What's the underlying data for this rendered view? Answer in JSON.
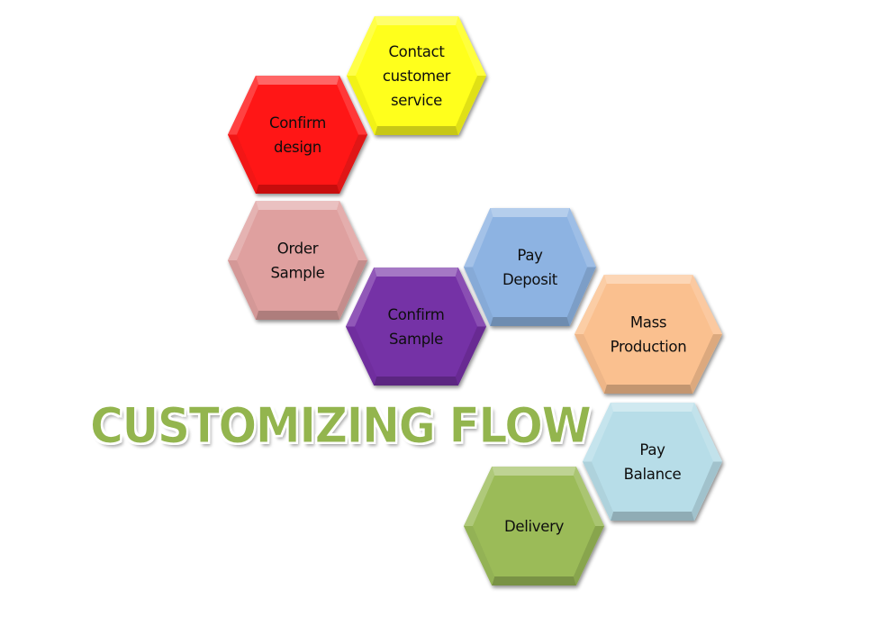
{
  "title": "CUSTOMIZING FLOW",
  "title_color": "#93b54e",
  "steps": [
    {
      "id": "contact",
      "lines": [
        "Contact",
        "customer",
        "service"
      ],
      "color": "#ffff1a"
    },
    {
      "id": "confirm-design",
      "lines": [
        "Confirm",
        "design"
      ],
      "color": "#ff1414"
    },
    {
      "id": "order-sample",
      "lines": [
        "Order",
        "Sample"
      ],
      "color": "#dfa09f"
    },
    {
      "id": "confirm-sample",
      "lines": [
        "Confirm",
        "Sample"
      ],
      "color": "#7530a6"
    },
    {
      "id": "pay-deposit",
      "lines": [
        "Pay",
        "Deposit"
      ],
      "color": "#8db3e2"
    },
    {
      "id": "mass-production",
      "lines": [
        "Mass",
        "Production"
      ],
      "color": "#fac08f"
    },
    {
      "id": "pay-balance",
      "lines": [
        "Pay",
        "Balance"
      ],
      "color": "#b7dde8"
    },
    {
      "id": "delivery",
      "lines": [
        "Delivery"
      ],
      "color": "#9bbb59"
    }
  ]
}
